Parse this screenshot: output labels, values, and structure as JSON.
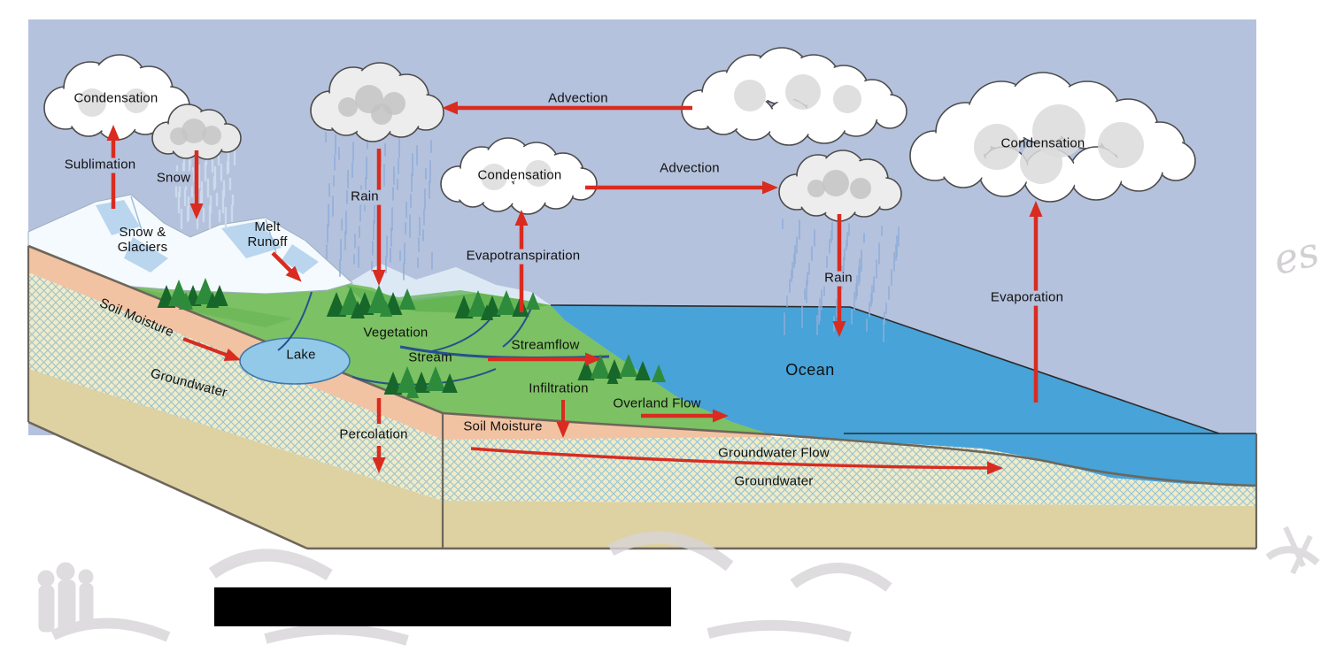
{
  "labels": {
    "condensation_left": "Condensation",
    "sublimation": "Sublimation",
    "snow": "Snow",
    "snow_glaciers": "Snow &\nGlaciers",
    "melt_runoff": "Melt\nRunoff",
    "rain_left": "Rain",
    "advection_top": "Advection",
    "condensation_mid": "Condensation",
    "advection_right": "Advection",
    "evapotranspiration": "Evapotranspiration",
    "rain_right": "Rain",
    "condensation_right": "Condensation",
    "evaporation": "Evaporation",
    "soil_moisture_left": "Soil Moisture",
    "groundwater_left": "Groundwater",
    "lake": "Lake",
    "vegetation": "Vegetation",
    "stream": "Stream",
    "streamflow": "Streamflow",
    "percolation": "Percolation",
    "infiltration": "Infiltration",
    "overland_flow": "Overland Flow",
    "soil_moisture_mid": "Soil Moisture",
    "ocean": "Ocean",
    "groundwater_flow": "Groundwater Flow",
    "groundwater_mid": "Groundwater"
  },
  "watermark": {
    "partial_text": "es"
  },
  "colors": {
    "sky": "#b5c2dd",
    "ocean": "#47a3d8",
    "land_green": "#7cc163",
    "hill_green": "#5fb050",
    "light_green": "#9bd47f",
    "tree_dark": "#17662a",
    "tree_mid": "#2e8b3c",
    "mountain": "#f5fafe",
    "mountain_shade": "#b9d6ee",
    "ridge": "#dce9f5",
    "soil_salmon": "#f2c3a3",
    "aquifer_bg": "#f0ebc6",
    "aquifer_hatch": "#85bcd9",
    "sand_tan": "#ded2a2",
    "outline": "#6d665b",
    "arrow_red": "#d92b20",
    "lake_blue": "#93c9e8",
    "stream_blue": "#27508f",
    "rain_streak": "#8fadd9",
    "snow_streak": "#cddded",
    "text": "#111111",
    "redaction": "#000000",
    "watermark_gray": "#d7d4d7"
  }
}
